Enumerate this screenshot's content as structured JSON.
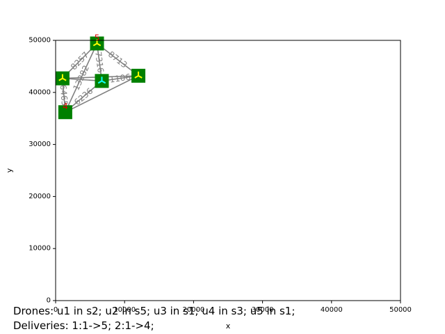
{
  "chart_data": {
    "type": "scatter",
    "title": "",
    "xlabel": "x",
    "ylabel": "y",
    "xlim": [
      0,
      50000
    ],
    "ylim": [
      0,
      50000
    ],
    "xticks": [
      0,
      10000,
      20000,
      30000,
      40000,
      50000
    ],
    "yticks": [
      0,
      10000,
      20000,
      30000,
      40000,
      50000
    ],
    "xtick_labels": [
      "0",
      "10000",
      "20000",
      "30000",
      "40000",
      "50000"
    ],
    "ytick_labels": [
      "0",
      "10000",
      "20000",
      "30000",
      "40000",
      "50000"
    ],
    "grid": false,
    "nodes": [
      {
        "id": "1",
        "x": 6700,
        "y": 42200,
        "label": ""
      },
      {
        "id": "2",
        "x": 1000,
        "y": 42700,
        "label": ""
      },
      {
        "id": "3",
        "x": 12000,
        "y": 43200,
        "label": ""
      },
      {
        "id": "4",
        "x": 1400,
        "y": 36200,
        "label": "4"
      },
      {
        "id": "5",
        "x": 6000,
        "y": 49400,
        "label": "5"
      }
    ],
    "edges": [
      {
        "from": "1",
        "to": "2",
        "label": ""
      },
      {
        "from": "1",
        "to": "3",
        "label": "1106"
      },
      {
        "from": "1",
        "to": "4",
        "label": "6236"
      },
      {
        "from": "1",
        "to": "5",
        "label": "7316"
      },
      {
        "from": "2",
        "to": "3",
        "label": ""
      },
      {
        "from": "2",
        "to": "4",
        "label": "6465"
      },
      {
        "from": "2",
        "to": "5",
        "label": "8257"
      },
      {
        "from": "3",
        "to": "4",
        "label": ""
      },
      {
        "from": "3",
        "to": "5",
        "label": "8713"
      },
      {
        "from": "4",
        "to": "5",
        "label": "13282"
      }
    ],
    "drones": [
      {
        "id": "u1",
        "node": "2"
      },
      {
        "id": "u2",
        "node": "5"
      },
      {
        "id": "u3",
        "node": "1"
      },
      {
        "id": "u4",
        "node": "3"
      },
      {
        "id": "u5",
        "node": "1"
      }
    ],
    "colors": {
      "node": "#008000",
      "edge": "#808080",
      "node_label": "#dd0000",
      "drone": "#ffff00",
      "drone_highlight": "#00ffff"
    }
  },
  "status": {
    "drones": "Drones: u1 in s2; u2 in s5; u3 in s1; u4 in s3; u5 in s1;",
    "deliveries": "Deliveries: 1:1->5; 2:1->4;"
  }
}
